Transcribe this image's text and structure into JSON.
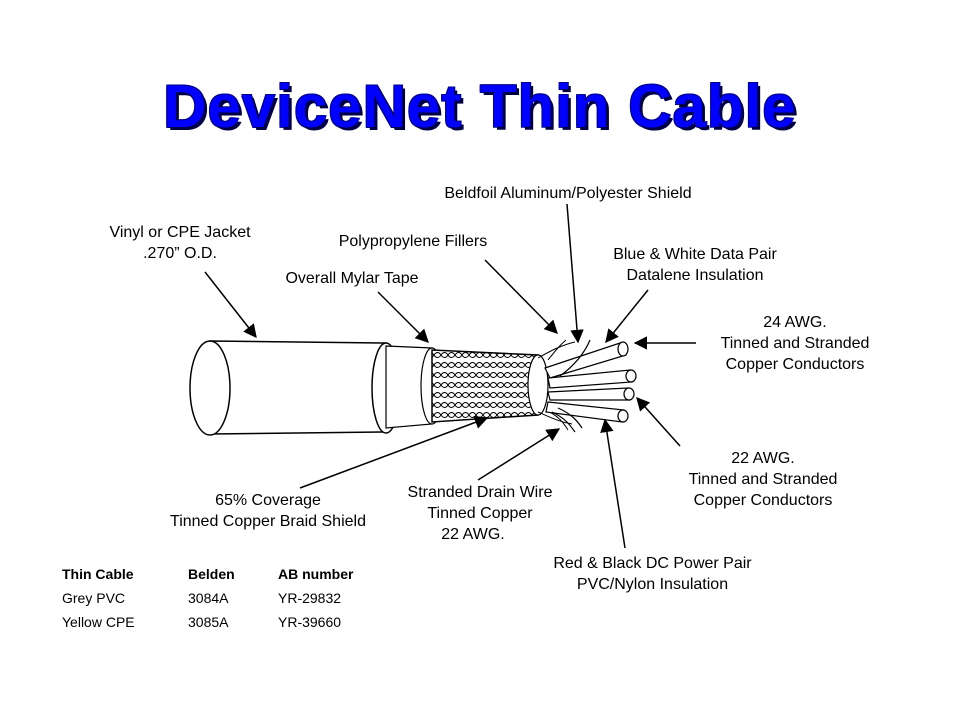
{
  "title": "DeviceNet Thin Cable",
  "labels": {
    "jacket": {
      "line1": "Vinyl or CPE Jacket",
      "line2": ".270” O.D."
    },
    "fillers": "Polypropylene Fillers",
    "shield": "Beldfoil Aluminum/Polyester Shield",
    "mylar": "Overall Mylar Tape",
    "data_pair": {
      "line1": "Blue & White Data Pair",
      "line2": "Datalene Insulation"
    },
    "awg24": {
      "line1": "24 AWG.",
      "line2": "Tinned and Stranded",
      "line3": "Copper Conductors"
    },
    "awg22": {
      "line1": "22 AWG.",
      "line2": "Tinned and Stranded",
      "line3": "Copper Conductors"
    },
    "braid": {
      "line1": "65% Coverage",
      "line2": "Tinned Copper Braid Shield"
    },
    "drain": {
      "line1": "Stranded Drain Wire",
      "line2": "Tinned Copper",
      "line3": "22 AWG."
    },
    "power_pair": {
      "line1": "Red & Black DC Power Pair",
      "line2": "PVC/Nylon Insulation"
    }
  },
  "spec_table": {
    "headers": [
      "Thin Cable",
      "Belden",
      "AB number"
    ],
    "rows": [
      [
        "Grey PVC",
        "3084A",
        "YR-29832"
      ],
      [
        "Yellow CPE",
        "3085A",
        "YR-39660"
      ]
    ]
  }
}
